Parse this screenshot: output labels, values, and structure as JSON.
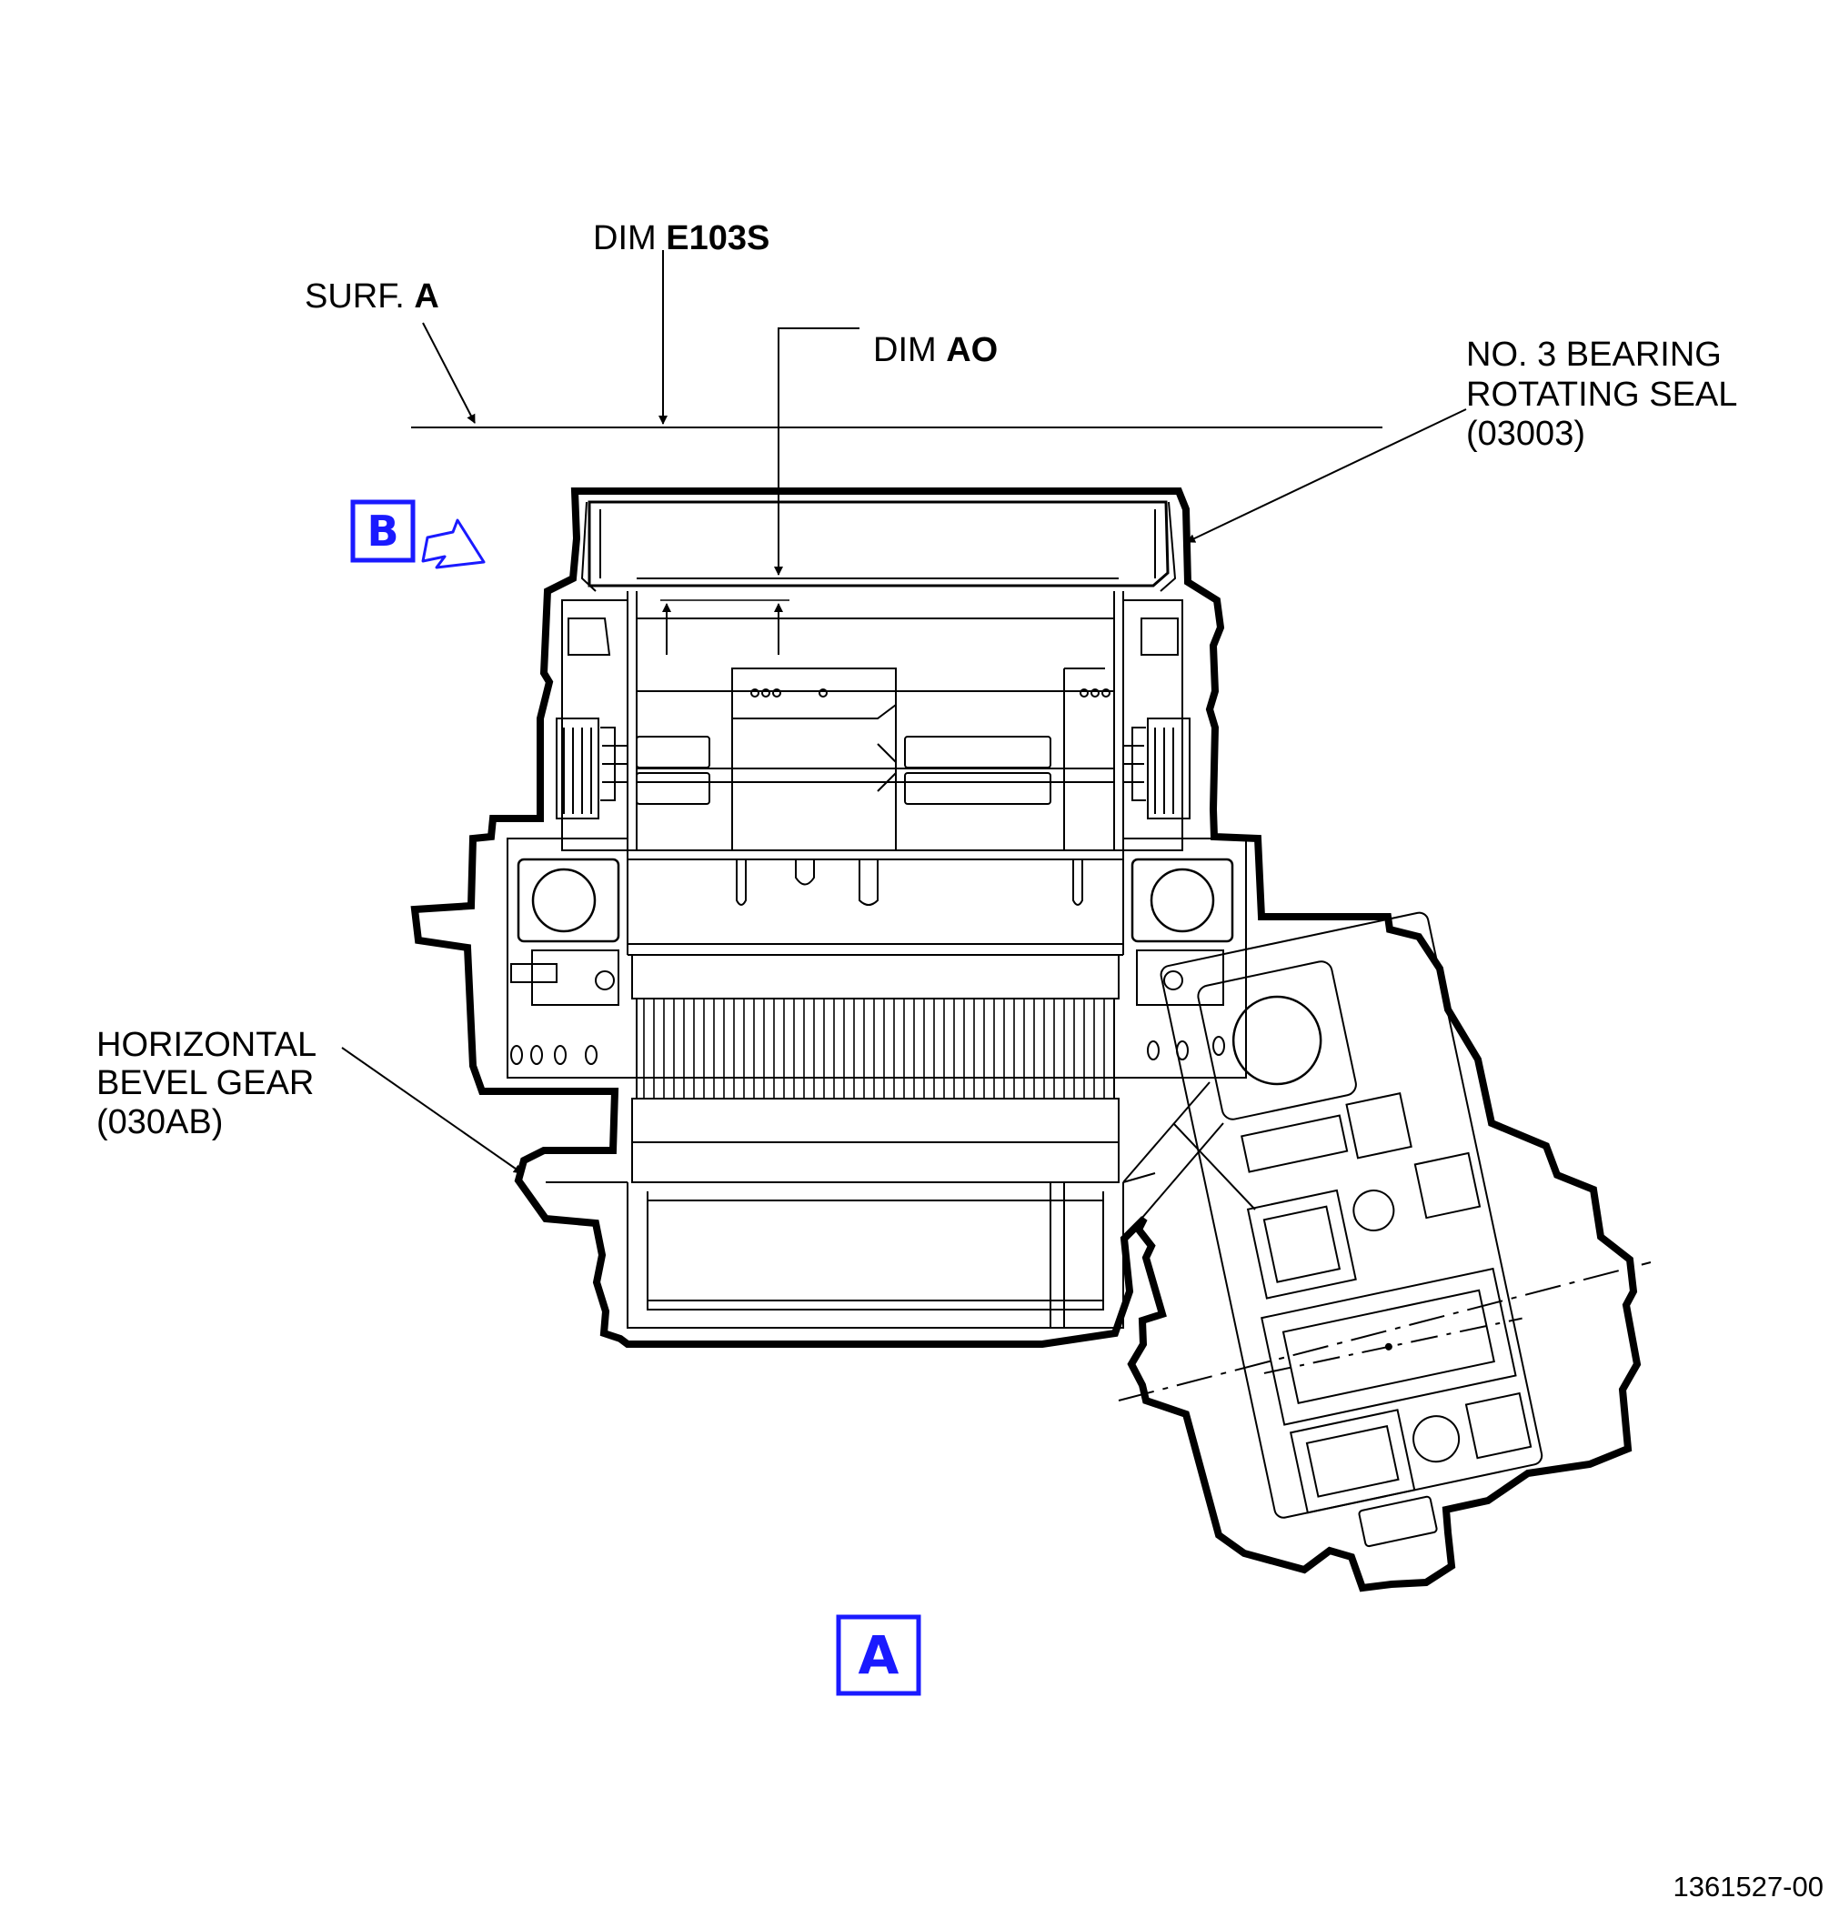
{
  "labels": {
    "dim_e103s_prefix": "DIM ",
    "dim_e103s_value": "E103S",
    "surf_a_prefix": "SURF. ",
    "surf_a_value": "A",
    "dim_ao_prefix": "DIM ",
    "dim_ao_value": "AO",
    "bearing_seal_line1": "NO. 3 BEARING",
    "bearing_seal_line2": "ROTATING SEAL",
    "bearing_seal_line3": "(03003)",
    "bevel_gear_line1": "HORIZONTAL",
    "bevel_gear_line2": "BEVEL GEAR",
    "bevel_gear_line3": "(030AB)"
  },
  "view_markers": {
    "a": "A",
    "b": "B"
  },
  "figure_number": "1361527-00",
  "colors": {
    "line": "#000000",
    "view_marker": "#1a1aff",
    "background": "#ffffff"
  }
}
